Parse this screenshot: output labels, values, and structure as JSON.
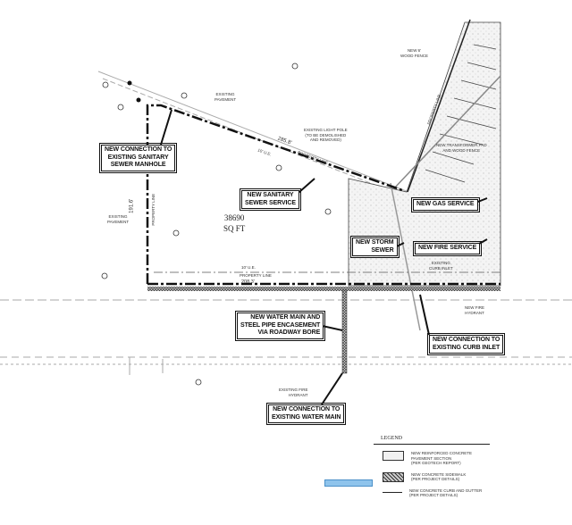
{
  "plan": {
    "area_value": "38690",
    "area_unit": "SQ FT",
    "callouts": {
      "sanitary_manhole": [
        "NEW CONNECTION TO",
        "EXISTING SANITARY",
        "SEWER MANHOLE"
      ],
      "sanitary_service": [
        "NEW SANITARY",
        "SEWER SERVICE"
      ],
      "storm_sewer": [
        "NEW STORM",
        "SEWER"
      ],
      "gas_service": "NEW GAS SERVICE",
      "fire_service": "NEW FIRE SERVICE",
      "water_main": [
        "NEW WATER MAIN AND",
        "STEEL PIPE ENCASEMENT",
        "VIA ROADWAY BORE"
      ],
      "curb_inlet": [
        "NEW CONNECTION TO",
        "EXISTING CURB INLET"
      ],
      "existing_water_main": [
        "NEW CONNECTION TO",
        "EXISTING WATER MAIN"
      ]
    },
    "labels": {
      "existing_pavement_top": [
        "EXISTING",
        "PAVEMENT"
      ],
      "existing_pavement_left": [
        "EXISTING",
        "PAVEMENT"
      ],
      "light_pole": [
        "EXISTING LIGHT POLE",
        "(TO BE DEMOLISHED",
        "AND REMOVED)"
      ],
      "north_dim": "285.8'",
      "property_line": "PROPERTY LINE",
      "ue_top": "10' U.E.",
      "west_dim": "191.6'",
      "west_property_line": "PROPERTY LINE",
      "ue_bottom": "10' U.E.",
      "south_property_line": "PROPERTY LINE",
      "south_dim": "208.3'",
      "wood_fence": [
        "NEW 6'",
        "WOOD FENCE"
      ],
      "east_property_line": "PROPERTY LINE",
      "transformer": [
        "NEW TRANSFORMER PAD",
        "AND WOOD FENCE"
      ],
      "curb_inlet": [
        "EXISTING",
        "CURB INLET"
      ],
      "new_hydrant": [
        "NEW FIRE",
        "HYDRANT"
      ],
      "existing_hydrant": [
        "EXISTING FIRE",
        "HYDRANT"
      ]
    }
  },
  "legend": {
    "title": "LEGEND",
    "items": [
      {
        "lines": [
          "NEW REINFORCED CONCRETE",
          "PAVEMENT SECTION",
          "(PER GEOTECH REPORT)"
        ],
        "swatch": "stippled-box"
      },
      {
        "lines": [
          "NEW CONCRETE SIDEWALK",
          "(PER PROJECT DETAILS)"
        ],
        "swatch": "crosshatch-box"
      },
      {
        "lines": [
          "NEW CONCRETE CURB AND GUTTER",
          "(PER PROJECT DETAILS)"
        ],
        "swatch": "solid-line"
      }
    ]
  },
  "colors": {
    "ink": "#111111",
    "gray_line": "#9a9a9a",
    "selection": "#8fc4ec"
  }
}
